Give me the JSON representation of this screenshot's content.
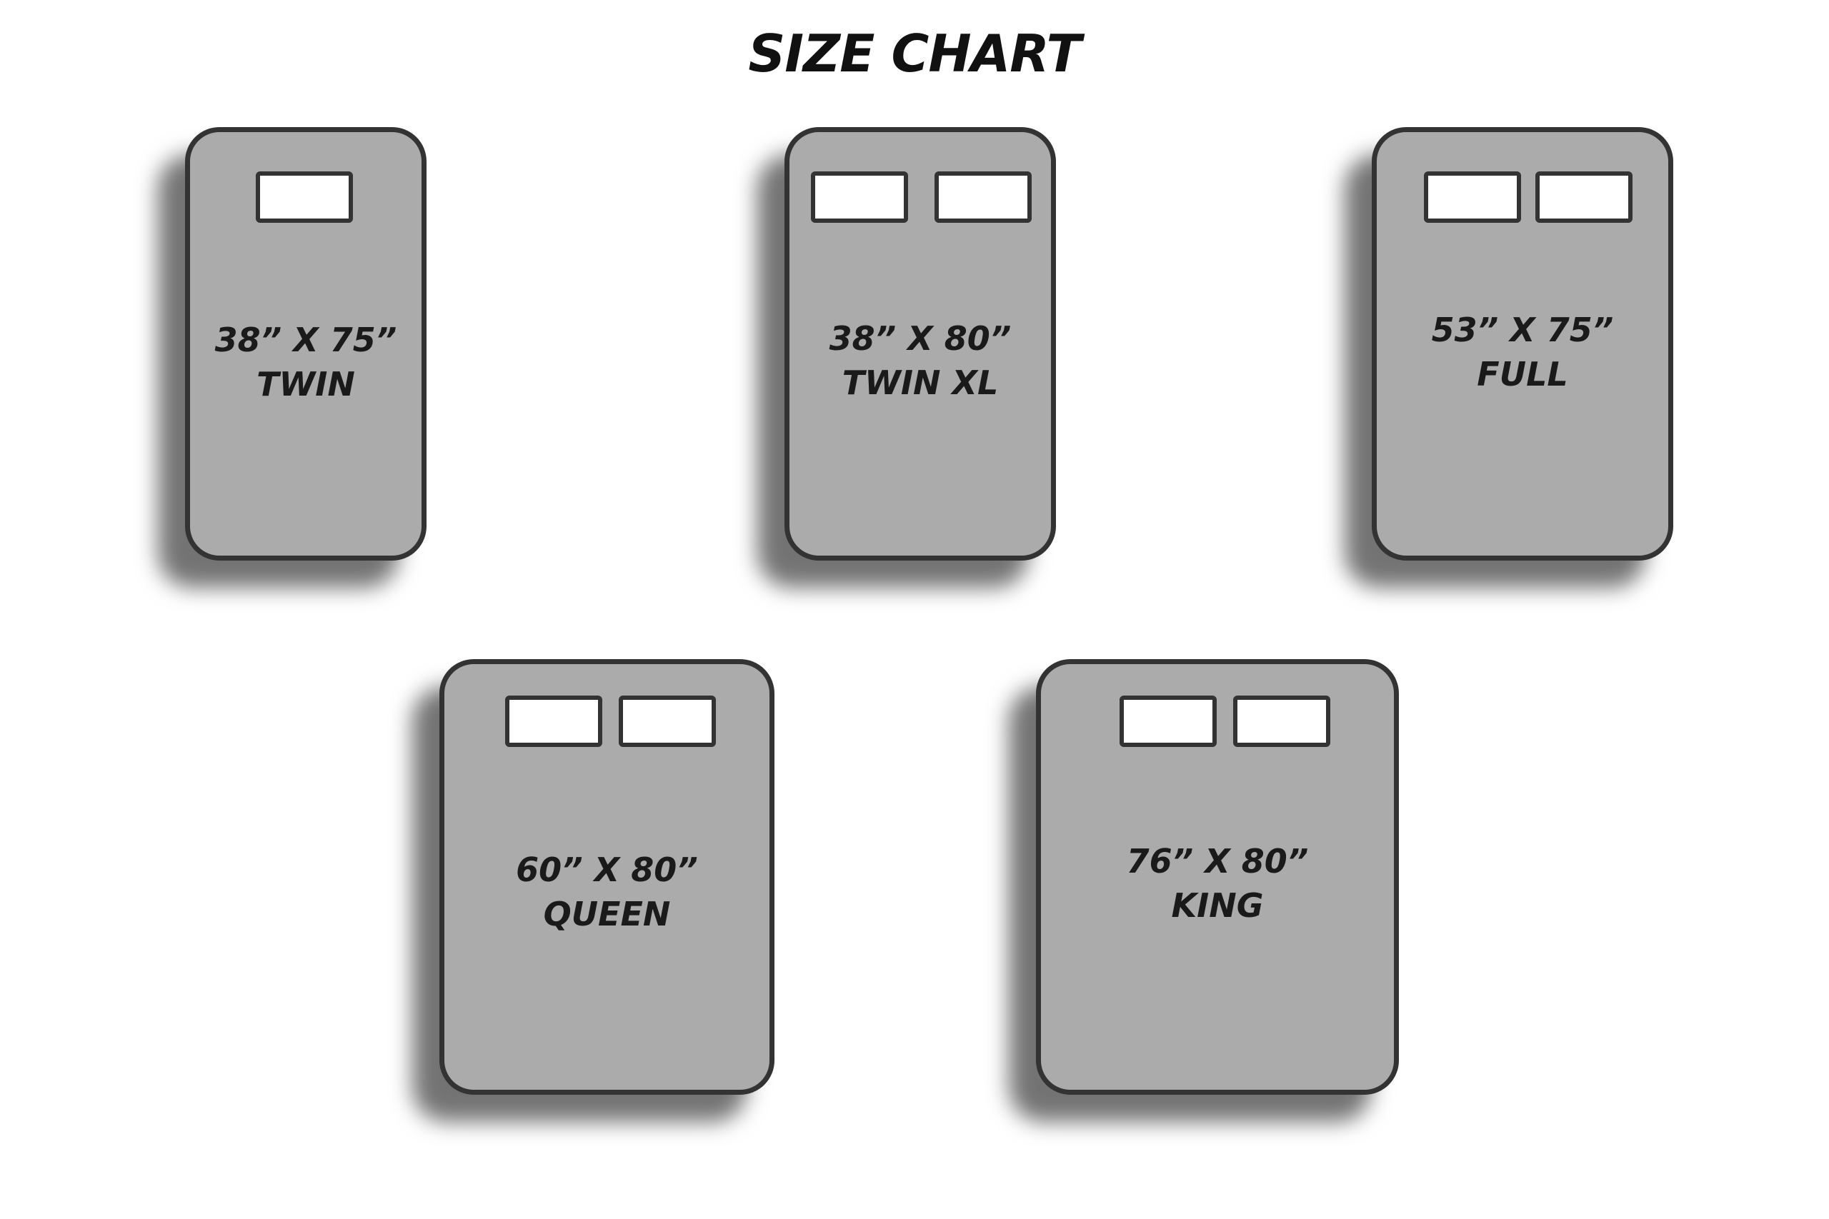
{
  "title": "SIZE CHART",
  "colors": {
    "background": "#ffffff",
    "mattress_fill": "#ababab",
    "outline": "#333333",
    "pillow_fill": "#ffffff",
    "text": "#1a1a1a"
  },
  "mattresses": [
    {
      "dimensions": "38” X 75”",
      "name": "TWIN",
      "pillows": 1
    },
    {
      "dimensions": "38” X 80”",
      "name": "TWIN XL",
      "pillows": 2
    },
    {
      "dimensions": "53” X 75”",
      "name": "FULL",
      "pillows": 2
    },
    {
      "dimensions": "60” X 80”",
      "name": "QUEEN",
      "pillows": 2
    },
    {
      "dimensions": "76” X 80”",
      "name": "KING",
      "pillows": 2
    }
  ]
}
